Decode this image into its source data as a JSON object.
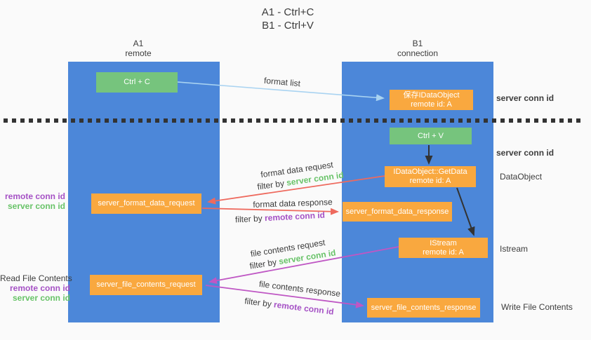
{
  "title": {
    "line1": "A1 - Ctrl+C",
    "line2": "B1 - Ctrl+V"
  },
  "lifelines": {
    "a": {
      "name": "A1",
      "role": "remote"
    },
    "b": {
      "name": "B1",
      "role": "connection"
    }
  },
  "nodes": {
    "ctrl_c": {
      "label": "Ctrl + C"
    },
    "ctrl_v": {
      "label": "Ctrl + V"
    },
    "save_dataobject": {
      "line1": "保存IDataObject",
      "line2": "remote id: A"
    },
    "getdata": {
      "line1": "IDataObject::GetData",
      "line2": "remote id: A"
    },
    "istream": {
      "line1": "IStream",
      "line2": "remote id: A"
    },
    "format_request": {
      "label": "server_format_data_request"
    },
    "format_response": {
      "label": "server_format_data_response"
    },
    "file_request": {
      "label": "server_file_contents_request"
    },
    "file_response": {
      "label": "server_file_contents_response"
    }
  },
  "edge_labels": {
    "format_list": "format list",
    "format_data_request": "format data request",
    "format_data_response": "format data response",
    "file_contents_request": "file contents request",
    "file_contents_response": "file contents response",
    "filter_prefix": "filter by ",
    "server_conn_id": "server conn id",
    "remote_conn_id": "remote conn id"
  },
  "side_labels": {
    "left_format": {
      "remote": "remote conn id",
      "server": "server conn id"
    },
    "left_file": {
      "title": "Read File Contents",
      "remote": "remote conn id",
      "server": "server conn id"
    },
    "right_server_top": "server conn id",
    "right_server_mid": "server conn id",
    "right_dataobject": "DataObject",
    "right_istream": "Istream",
    "right_write": "Write File Contents"
  },
  "colors": {
    "bg": "#fafafa",
    "blue": "#4c87d9",
    "green": "#76c47d",
    "orange": "#f9a83f",
    "ink": "#3c3c3c",
    "green-text": "#68c368",
    "purple-text": "#a551c5",
    "red": "#ee6a5e",
    "purple": "#bf57c4",
    "lightblue": "#a9d3f1",
    "black": "#333333"
  }
}
